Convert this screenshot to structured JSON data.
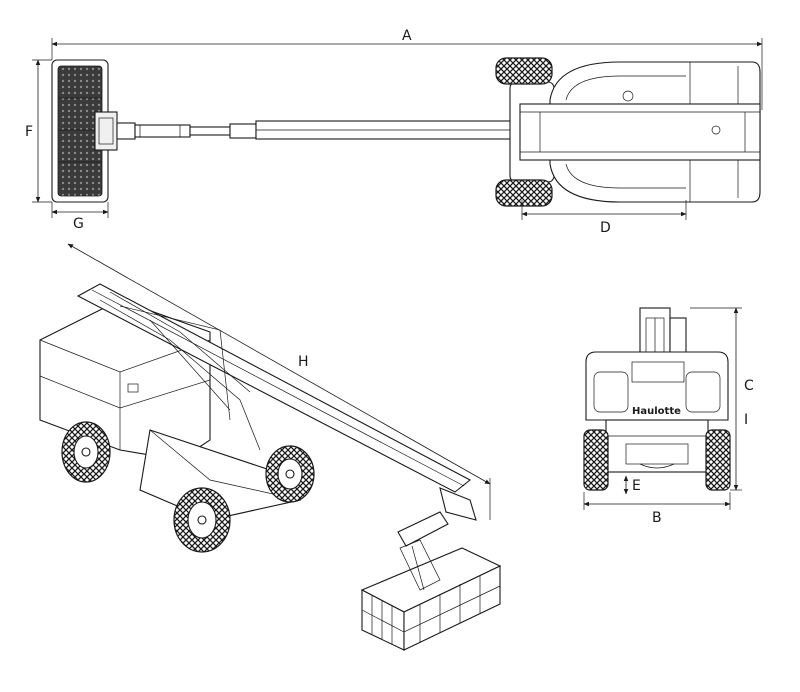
{
  "dimensions": {
    "A": "A",
    "B": "B",
    "C": "C",
    "D": "D",
    "E": "E",
    "F": "F",
    "G": "G",
    "H": "H",
    "I": "I"
  },
  "brand": "Haulotte",
  "colors": {
    "line": "#1a1a1a",
    "background": "#ffffff"
  }
}
